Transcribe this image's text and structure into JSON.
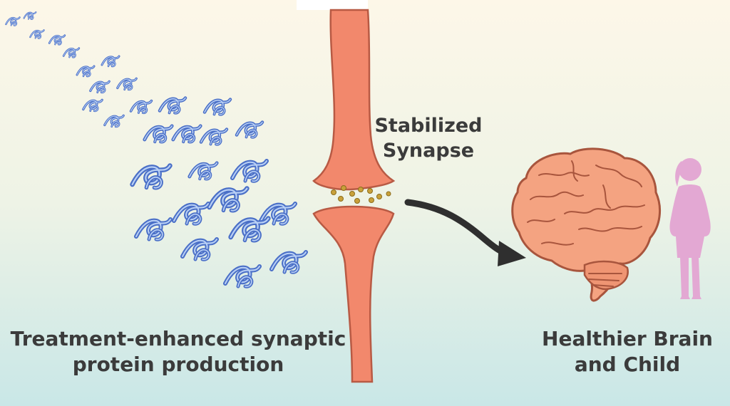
{
  "labels": {
    "synapse": [
      "Stabilized",
      "Synapse"
    ],
    "treatment": [
      "Treatment-enhanced synaptic",
      "protein production"
    ],
    "outcome": [
      "Healthier Brain",
      "and Child"
    ]
  },
  "colors": {
    "background_top": "#fdf7e8",
    "background_bottom": "#c9e7e7",
    "neuron_fill": "#f2886c",
    "neuron_stroke": "#b85a44",
    "protein_stroke": "#4a6fc7",
    "protein_fill": "#a7c4f2",
    "vesicle": "#c9a13a",
    "brain_fill": "#f4a381",
    "brain_stroke": "#a8553d",
    "child_silhouette": "#e3a8d3",
    "arrow": "#2f2f2f",
    "text": "#3b3b3b"
  }
}
